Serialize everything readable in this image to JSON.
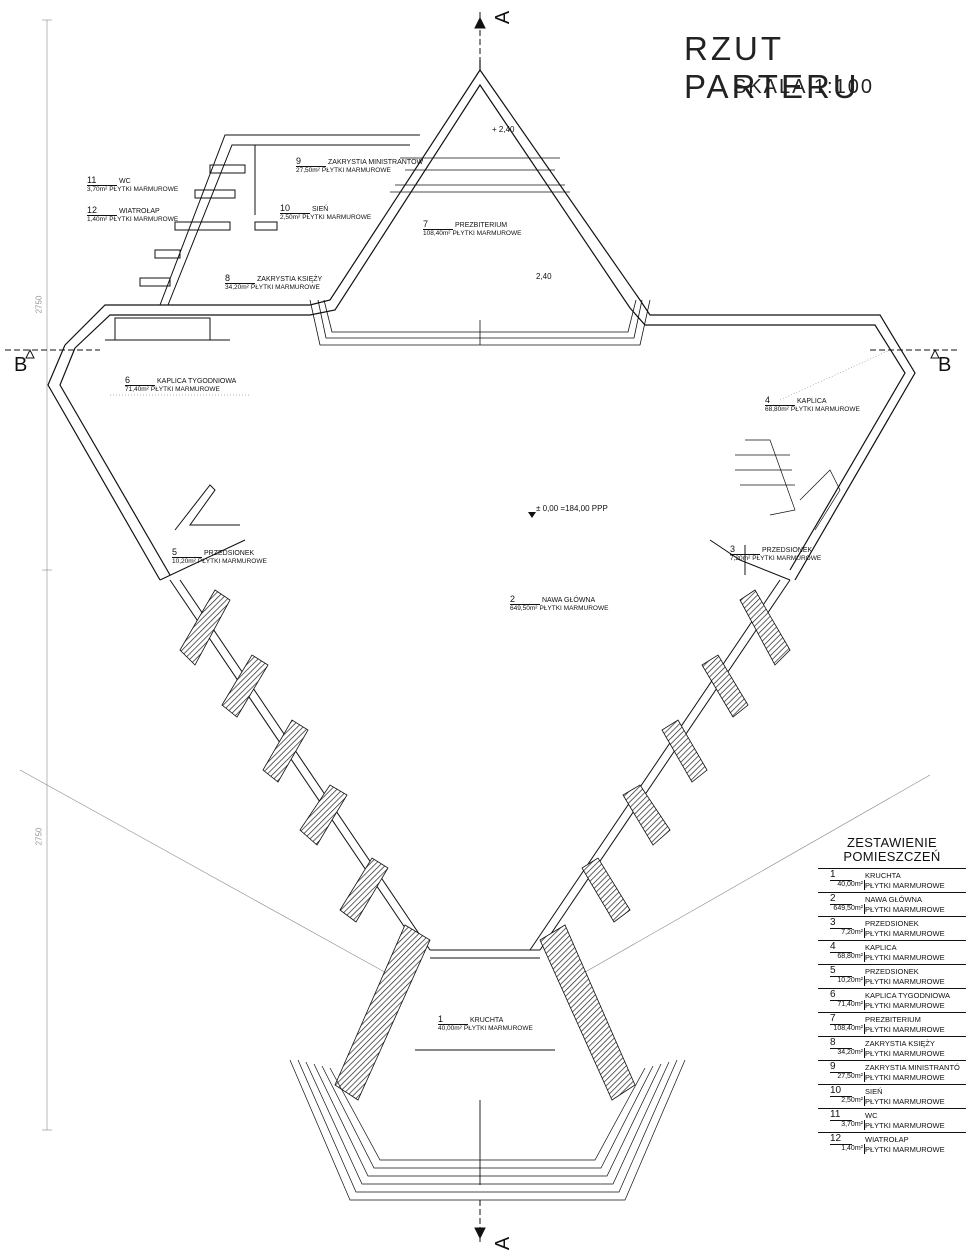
{
  "title": "RZUT PARTERU",
  "scale": "SKALA 1:100",
  "sections": {
    "a": "A",
    "b": "B"
  },
  "levels": {
    "zero": "± 0,00 =184,00 PPP",
    "presbytery_top": "+ 2,40",
    "presbytery": "2,40"
  },
  "dims": {
    "upper": "2750",
    "lower": "2750"
  },
  "rooms": [
    {
      "no": "1",
      "name": "KRUCHTA",
      "area": "40,00m²",
      "floor": "PŁYTKI MARMUROWE"
    },
    {
      "no": "2",
      "name": "NAWA GŁÓWNA",
      "area": "649,50m²",
      "floor": "PŁYTKI MARMUROWE"
    },
    {
      "no": "3",
      "name": "PRZEDSIONEK",
      "area": "7,20m²",
      "floor": "PŁYTKI MARMUROWE"
    },
    {
      "no": "4",
      "name": "KAPLICA",
      "area": "68,80m²",
      "floor": "PŁYTKI MARMUROWE"
    },
    {
      "no": "5",
      "name": "PRZEDSIONEK",
      "area": "10,20m²",
      "floor": "PŁYTKI MARMUROWE"
    },
    {
      "no": "6",
      "name": "KAPLICA TYGODNIOWA",
      "area": "71,40m²",
      "floor": "PŁYTKI MARMUROWE"
    },
    {
      "no": "7",
      "name": "PREZBITERIUM",
      "area": "108,40m²",
      "floor": "PŁYTKI MARMUROWE"
    },
    {
      "no": "8",
      "name": "ZAKRYSTIA KSIĘŻY",
      "area": "34,20m²",
      "floor": "PŁYTKI MARMUROWE"
    },
    {
      "no": "9",
      "name": "ZAKRYSTIA MINISTRANTÓW",
      "area": "27,50m²",
      "floor": "PŁYTKI MARMUROWE"
    },
    {
      "no": "10",
      "name": "SIEŃ",
      "area": "2,50m²",
      "floor": "PŁYTKI MARMUROWE"
    },
    {
      "no": "11",
      "name": "WC",
      "area": "3,70m²",
      "floor": "PŁYTKI MARMUROWE"
    },
    {
      "no": "12",
      "name": "WIATROŁAP",
      "area": "1,40m²",
      "floor": "PŁYTKI MARMUROWE"
    }
  ],
  "legend": {
    "title1": "ZESTAWIENIE",
    "title2": "POMIESZCZEŃ",
    "rows": [
      {
        "no": "1",
        "name": "KRUCHTA",
        "area": "40,00m²",
        "floor": "PŁYTKI MARMUROWE"
      },
      {
        "no": "2",
        "name": "NAWA GŁÓWNA",
        "area": "649,50m²",
        "floor": "PŁYTKI MARMUROWE"
      },
      {
        "no": "3",
        "name": "PRZEDSIONEK",
        "area": "7,20m²",
        "floor": "PŁYTKI MARMUROWE"
      },
      {
        "no": "4",
        "name": "KAPLICA",
        "area": "68,80m²",
        "floor": "PŁYTKI MARMUROWE"
      },
      {
        "no": "5",
        "name": "PRZEDSIONEK",
        "area": "10,20m²",
        "floor": "PŁYTKI MARMUROWE"
      },
      {
        "no": "6",
        "name": "KAPLICA TYGODNIOWA",
        "area": "71,40m²",
        "floor": "PŁYTKI MARMUROWE"
      },
      {
        "no": "7",
        "name": "PREZBITERIUM",
        "area": "108,40m²",
        "floor": "PŁYTKI MARMUROWE"
      },
      {
        "no": "8",
        "name": "ZAKRYSTIA KSIĘŻY",
        "area": "34,20m²",
        "floor": "PŁYTKI MARMUROWE"
      },
      {
        "no": "9",
        "name": "ZAKRYSTIA MINISTRANTÓ",
        "area": "27,50m²",
        "floor": "PŁYTKI MARMUROWE"
      },
      {
        "no": "10",
        "name": "SIEŃ",
        "area": "2,50m²",
        "floor": "PŁYTKI MARMUROWE"
      },
      {
        "no": "11",
        "name": "WC",
        "area": "3,70m²",
        "floor": "PŁYTKI MARMUROWE"
      },
      {
        "no": "12",
        "name": "WIATROŁAP",
        "area": "1,40m²",
        "floor": "PŁYTKI MARMUROWE"
      }
    ]
  }
}
